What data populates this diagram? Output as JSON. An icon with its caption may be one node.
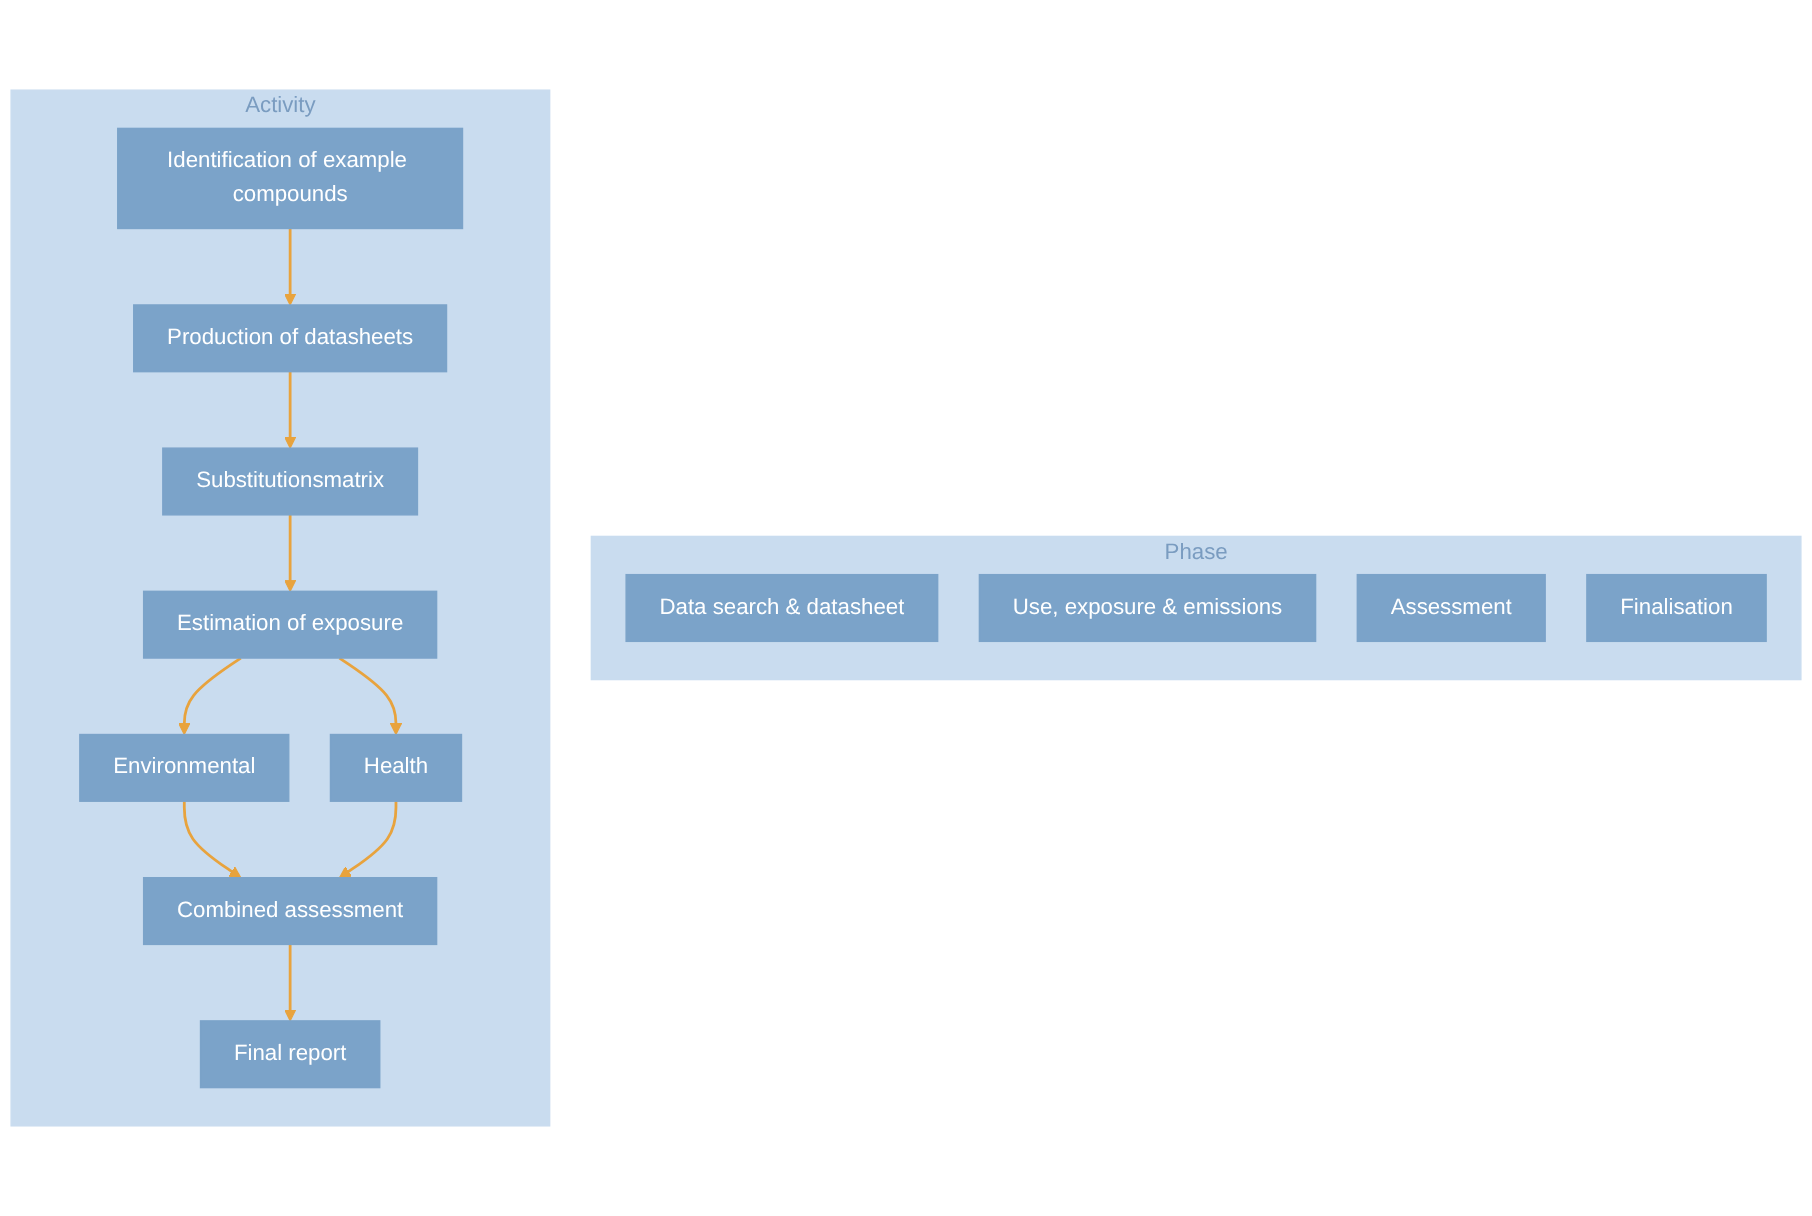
{
  "diagram": {
    "nodes": [
      {
        "text": [
          "Phase"
        ]
      },
      {
        "text": [
          "Data search & datasheet"
        ],
        "in": 0
      },
      {
        "text": [
          "Use, exposure & emissions"
        ],
        "in": 0
      },
      {
        "text": [
          "Assessment"
        ],
        "in": 0
      },
      {
        "text": [
          "Finalisation"
        ],
        "in": 0
      },
      {
        "text": [
          "Activity"
        ]
      },
      {
        "text": [
          "Identification of example compounds"
        ],
        "in": 5
      },
      {
        "text": [
          "Production of datasheets"
        ],
        "in": 5
      },
      {
        "text": [
          "Substitutionsmatrix"
        ],
        "in": 5
      },
      {
        "text": [
          "Estimation of exposure"
        ],
        "in": 5
      },
      {
        "text": [
          "Environmental"
        ],
        "in": 5
      },
      {
        "text": [
          "Health"
        ],
        "in": 5
      },
      {
        "text": [
          "Combined assessment"
        ],
        "in": 5
      },
      {
        "text": [
          "Final report"
        ],
        "in": 5
      }
    ],
    "edges": [
      {
        "from": 6,
        "to": 7,
        "arrow": "to"
      },
      {
        "from": 7,
        "to": 8,
        "arrow": "to"
      },
      {
        "from": 8,
        "to": 9,
        "arrow": "to"
      },
      {
        "from": 9,
        "to": 10,
        "arrow": "to"
      },
      {
        "from": 9,
        "to": 11,
        "arrow": "to"
      },
      {
        "from": 10,
        "to": 12,
        "arrow": "to"
      },
      {
        "from": 11,
        "to": 12,
        "arrow": "to"
      },
      {
        "from": 12,
        "to": 13,
        "arrow": "to"
      }
    ]
  }
}
